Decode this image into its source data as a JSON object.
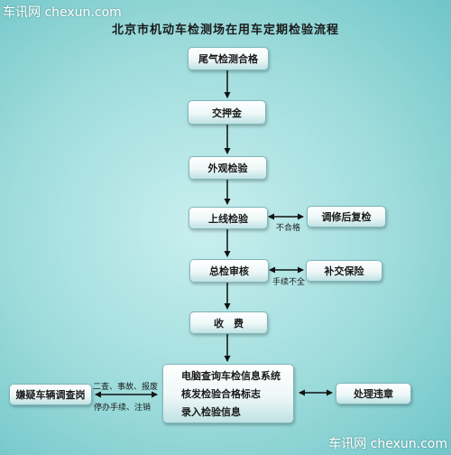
{
  "watermark": {
    "top": "车讯网 chexun.com",
    "bottom": "车讯网 chexun.com"
  },
  "title": "北京市机动车检测场在用车定期检验流程",
  "nodes": {
    "emission": "尾气检测合格",
    "deposit": "交押金",
    "appearance": "外观检验",
    "online": "上线检验",
    "repair": "调修后复检",
    "review": "总检审核",
    "supplement": "补交保险",
    "fee": "收　费",
    "system": [
      "电脑查询车检信息系统",
      "核发检验合格标志",
      "录入检验信息"
    ],
    "suspect": "嫌疑车辆调查岗",
    "violation": "处理违章"
  },
  "edge_labels": {
    "fail": "不合格",
    "incomplete": "手续不全",
    "suspect_top": "二查、事故、报废",
    "suspect_bottom": "停办手续、注销"
  }
}
